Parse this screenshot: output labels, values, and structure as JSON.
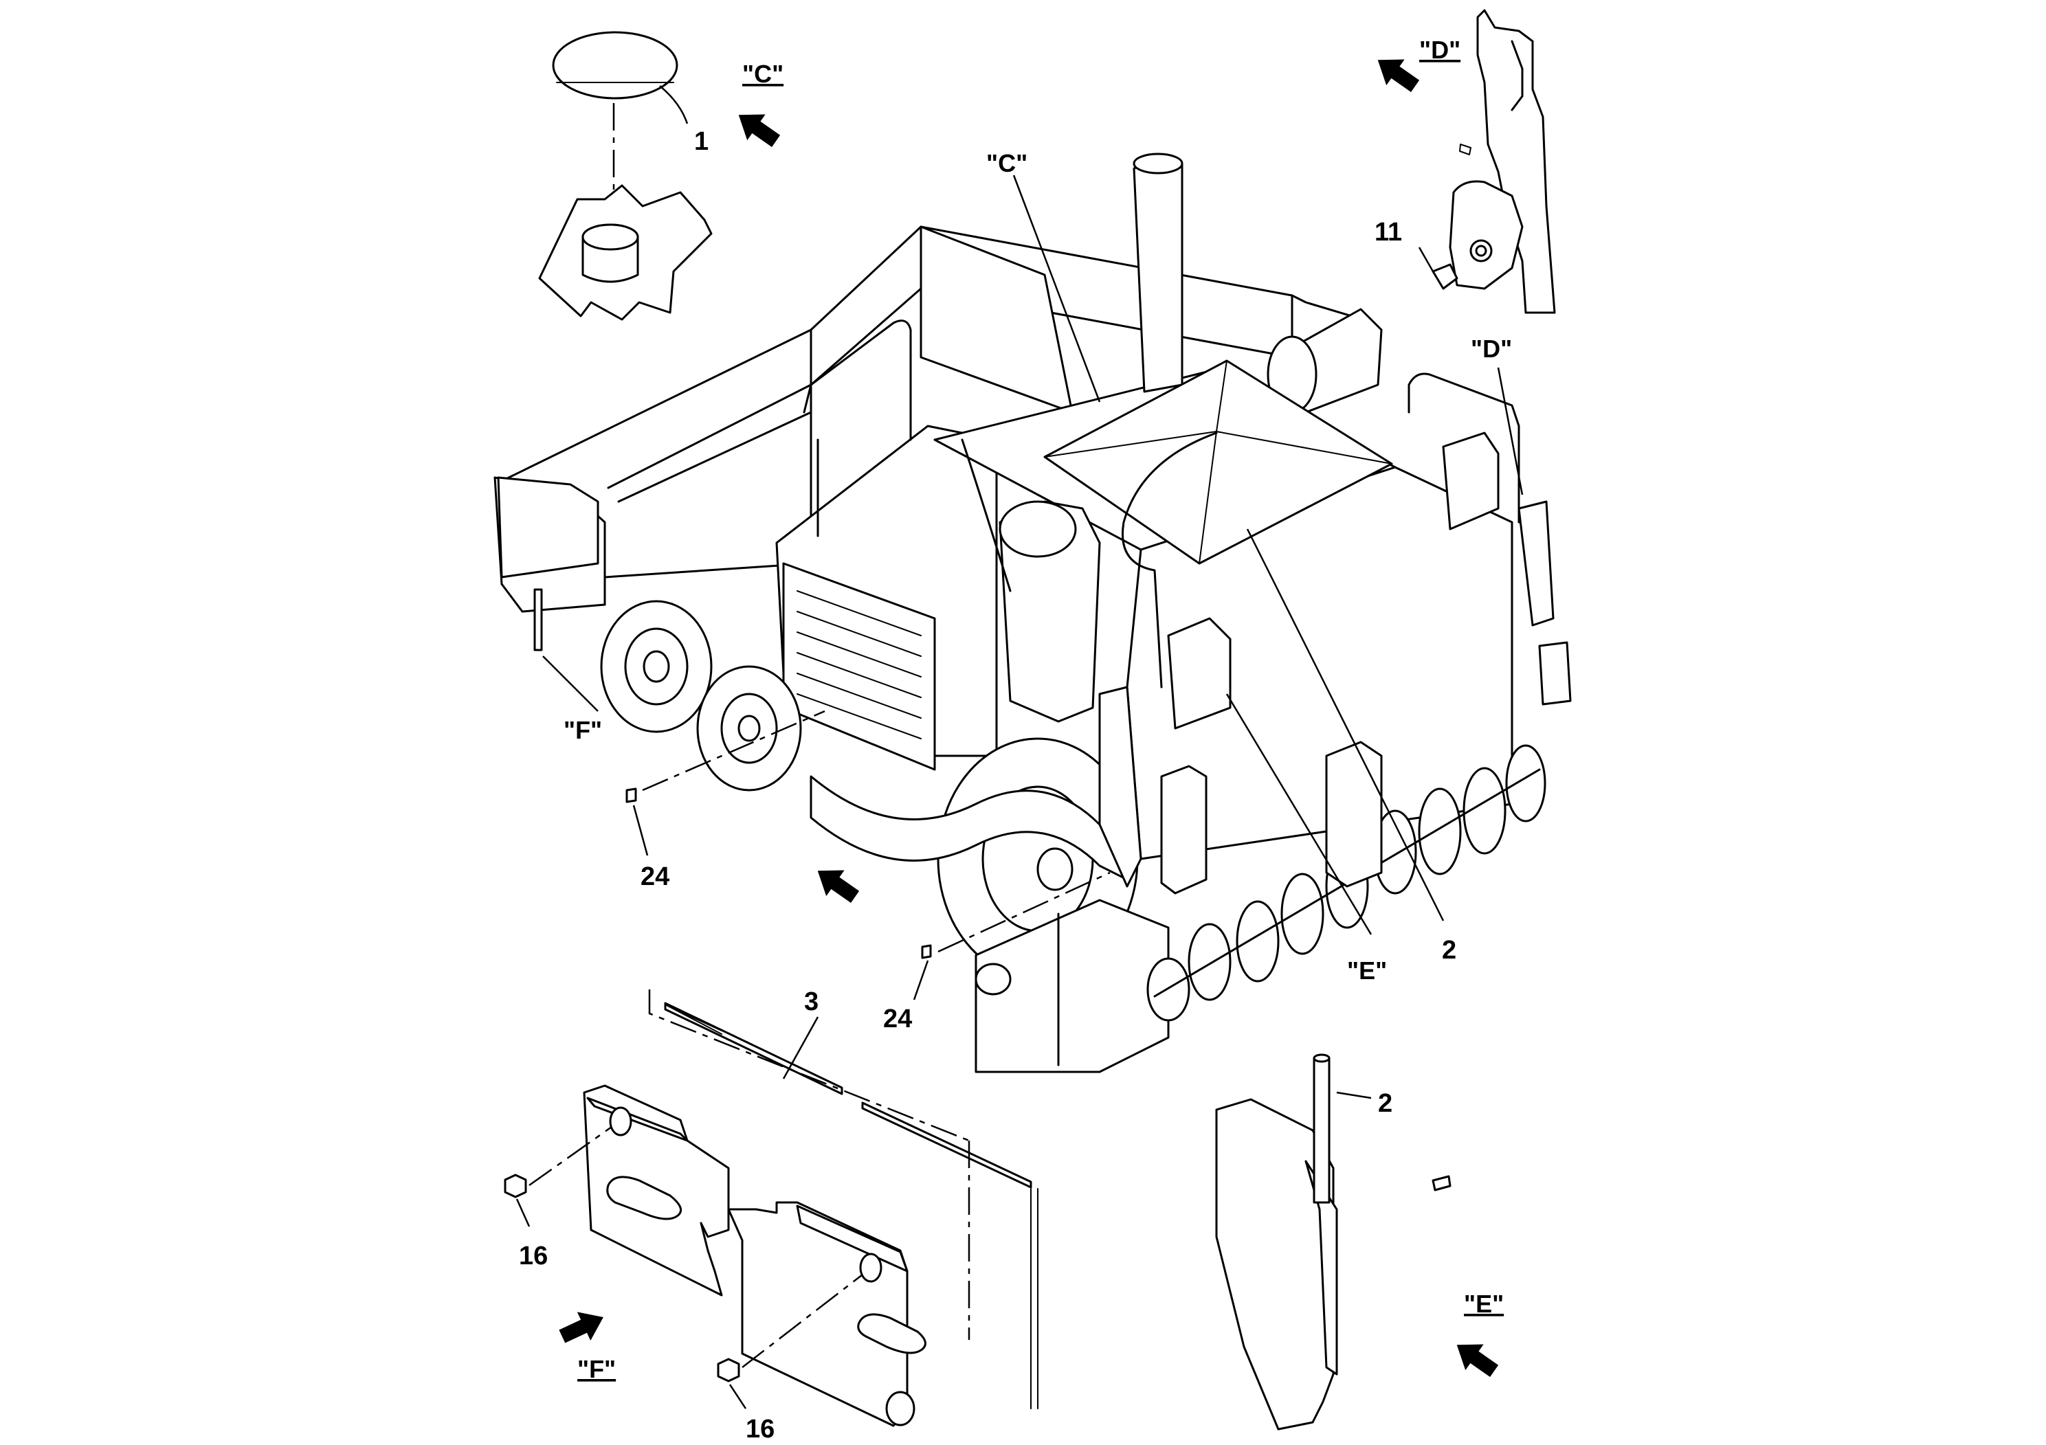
{
  "diagram": {
    "part_numbers": {
      "p1": "1",
      "p2_main": "2",
      "p2_detail": "2",
      "p3": "3",
      "p11": "11",
      "p16_a": "16",
      "p16_b": "16",
      "p24_a": "24",
      "p24_b": "24"
    },
    "view_labels": {
      "c_on_machine": "\"C\"",
      "d_on_machine": "\"D\"",
      "e_on_machine": "\"E\"",
      "f_on_machine": "\"F\"",
      "c_detail": "\"C\"",
      "d_detail": "\"D\"",
      "e_detail": "\"E\"",
      "f_detail": "\"F\""
    },
    "icons": [
      "view-arrow-icon"
    ]
  }
}
